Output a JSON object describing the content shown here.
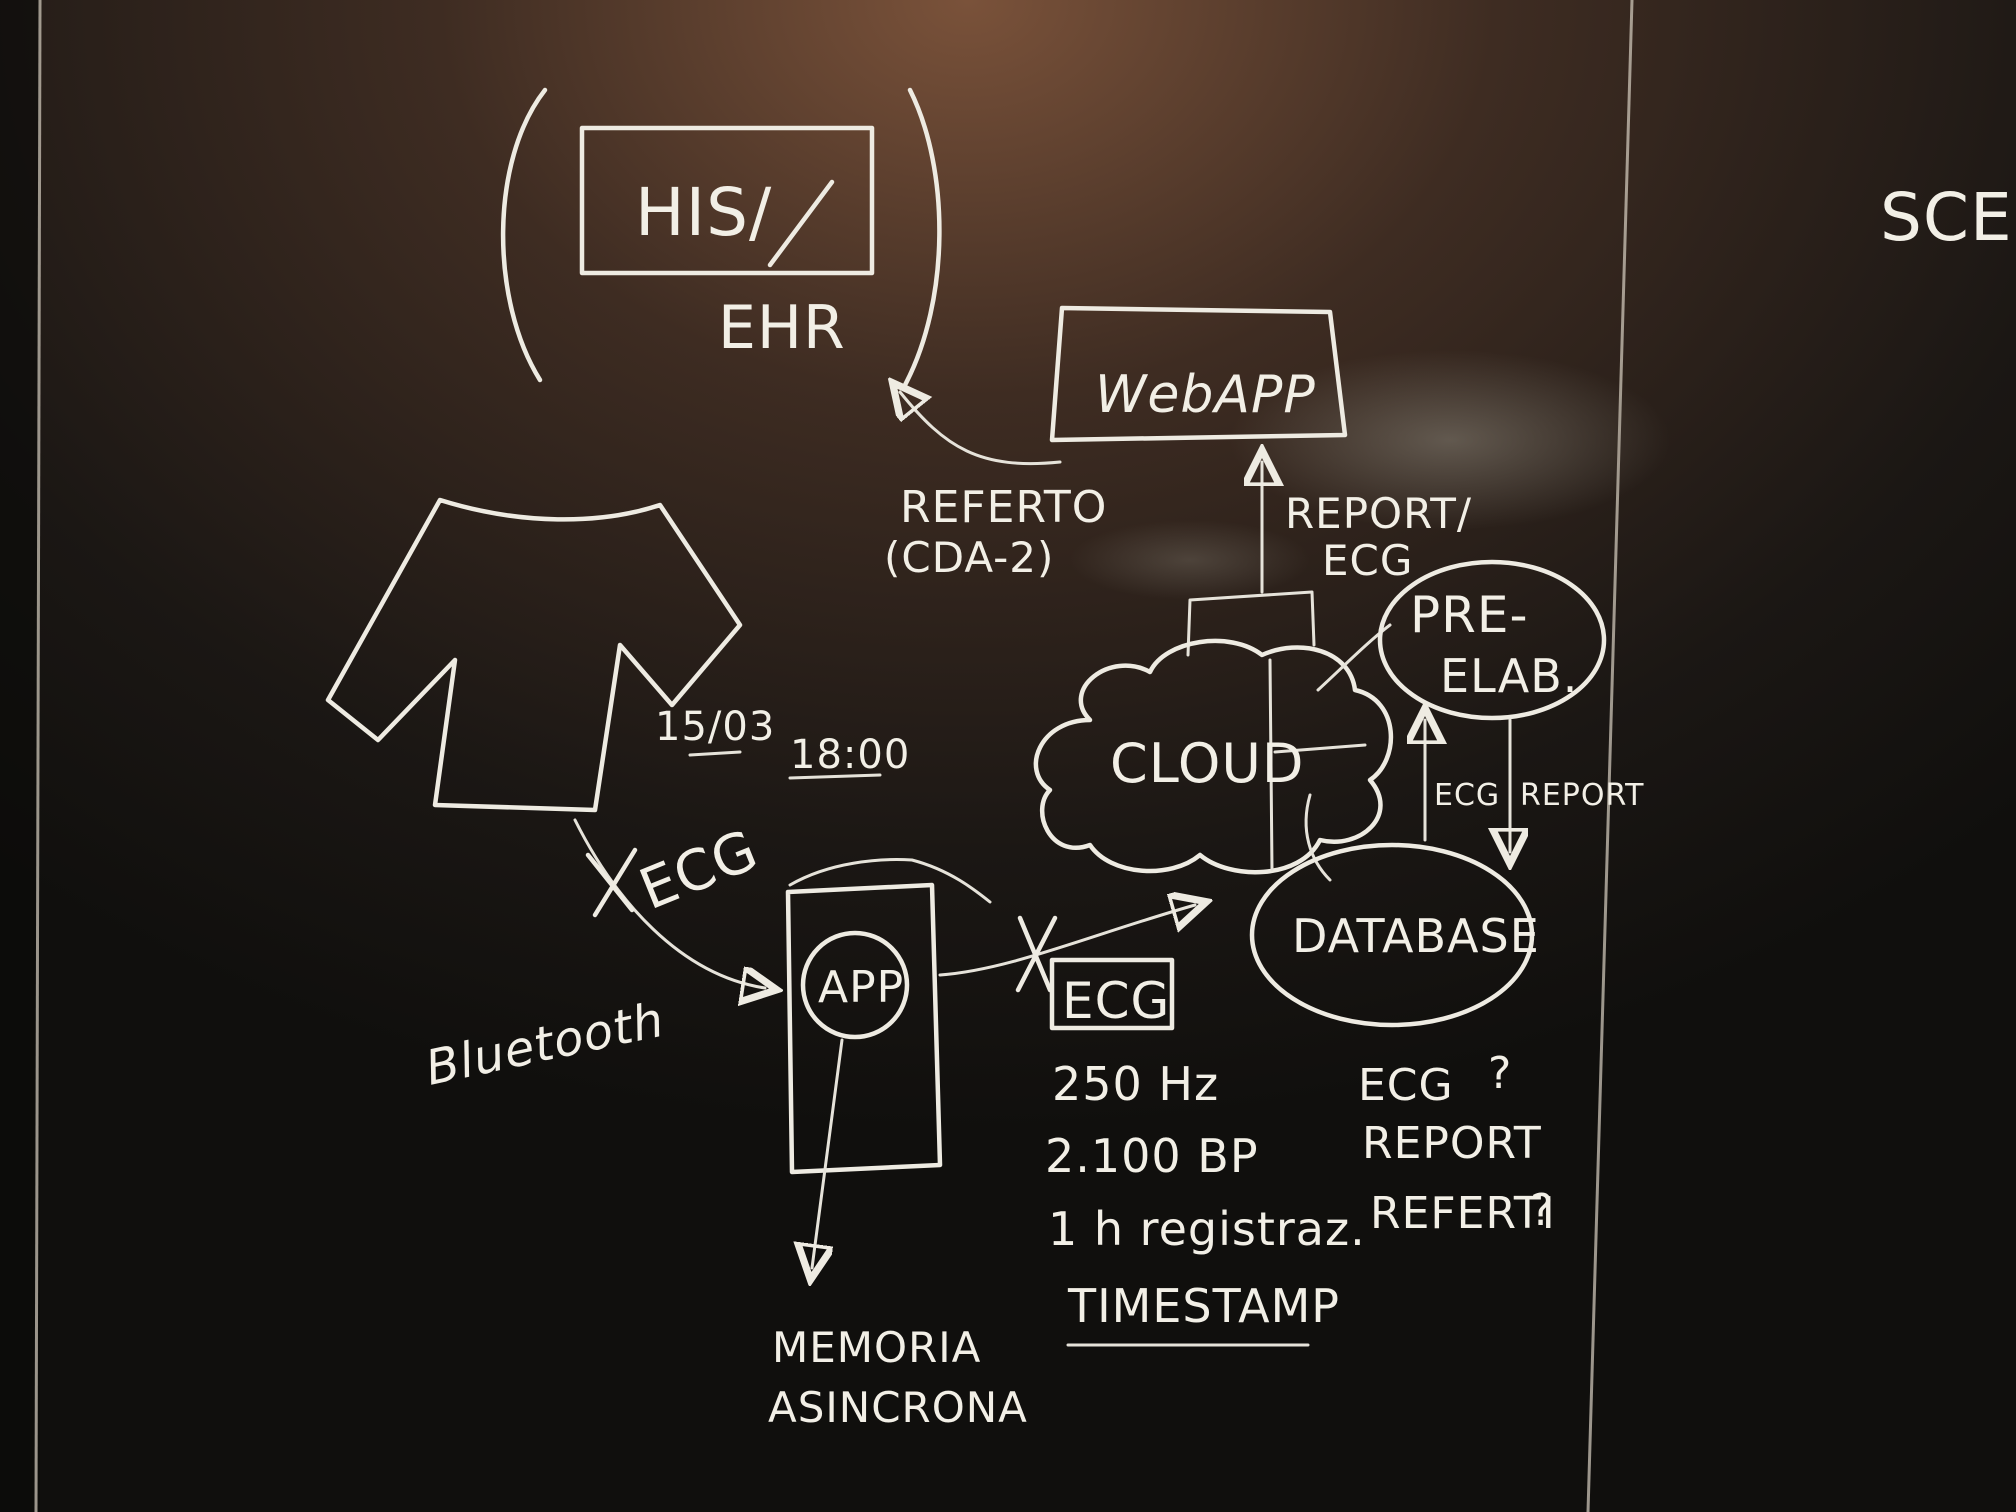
{
  "diagram": {
    "his_ehr": {
      "his_label": "HIS/",
      "ehr_label": "EHR"
    },
    "webapp": {
      "label": "WebAPP"
    },
    "referto": {
      "line1": "REFERTO",
      "line2": "(CDA-2)"
    },
    "report_ecg_up": {
      "line1": "REPORT/",
      "line2": "ECG"
    },
    "pre_elab": {
      "line1": "PRE-",
      "line2": "ELAB."
    },
    "cloud": {
      "label": "CLOUD"
    },
    "ecg_report_arrows": {
      "ecg": "ECG",
      "report": "REPORT"
    },
    "database": {
      "label": "DATABASE"
    },
    "db_notes": {
      "line1": "ECG",
      "q1": "?",
      "line2": "REPORT",
      "line3": "REFERTI",
      "q2": "?"
    },
    "shirt_date": {
      "date": "15/03",
      "time": "18:00"
    },
    "bluetooth_link": {
      "ecg": "ECG",
      "bluetooth": "Bluetooth"
    },
    "app": {
      "label": "APP"
    },
    "ecg_box": {
      "label": "ECG"
    },
    "ecg_specs": {
      "rate": "250 Hz",
      "bp": "2.100 BP",
      "rec": "1 h registraz.",
      "timestamp": "TIMESTAMP"
    },
    "memoria": {
      "line1": "MEMORIA",
      "line2": "ASINCRONA"
    },
    "scenario_cut": {
      "label": "SCE"
    }
  },
  "colors": {
    "board": "#151310",
    "chalk": "#eeebe2",
    "warm_light": "#6e4a34"
  }
}
